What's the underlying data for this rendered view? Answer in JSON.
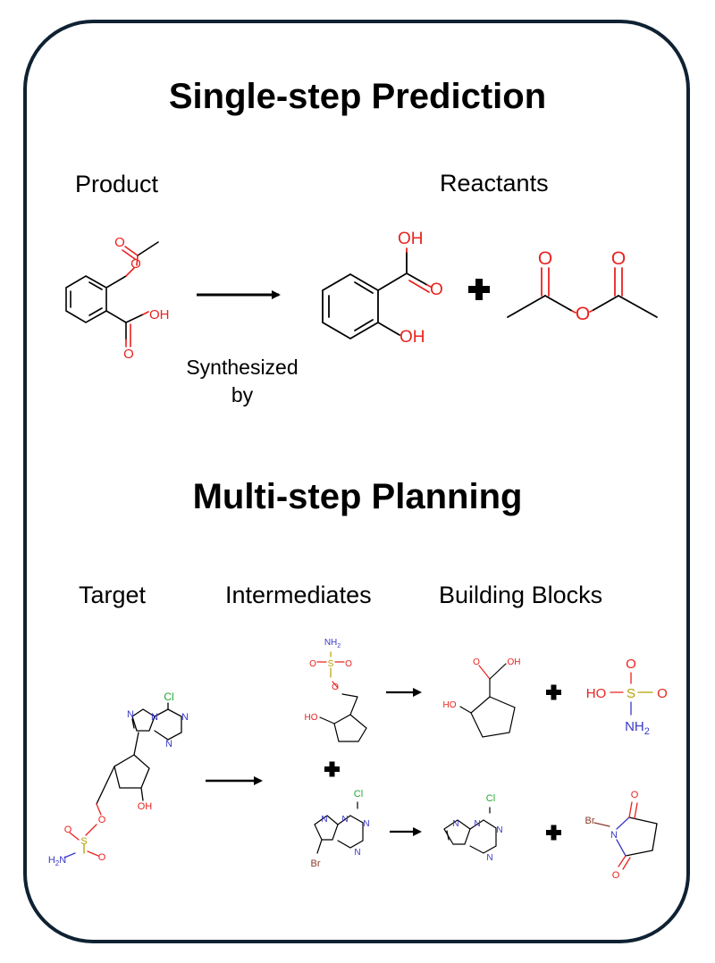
{
  "single_step": {
    "title": "Single-step Prediction",
    "product_label": "Product",
    "reactants_label": "Reactants",
    "arrow_caption_line1": "Synthesized",
    "arrow_caption_line2": "by"
  },
  "multi_step": {
    "title": "Multi-step Planning",
    "target_label": "Target",
    "intermediates_label": "Intermediates",
    "building_blocks_label": "Building Blocks"
  },
  "atoms": {
    "oh": "OH",
    "ho": "HO",
    "o": "O",
    "s": "S",
    "cl": "Cl",
    "br": "Br",
    "n": "N",
    "nh2": "NH",
    "h2n": "H",
    "sub2": "2"
  },
  "colors": {
    "frame": "#0f2233",
    "oxygen": "#e8231f",
    "nitrogen": "#3838c8",
    "chlorine": "#22a830",
    "sulfur": "#b5a000",
    "bromine": "#8a3a2a"
  }
}
